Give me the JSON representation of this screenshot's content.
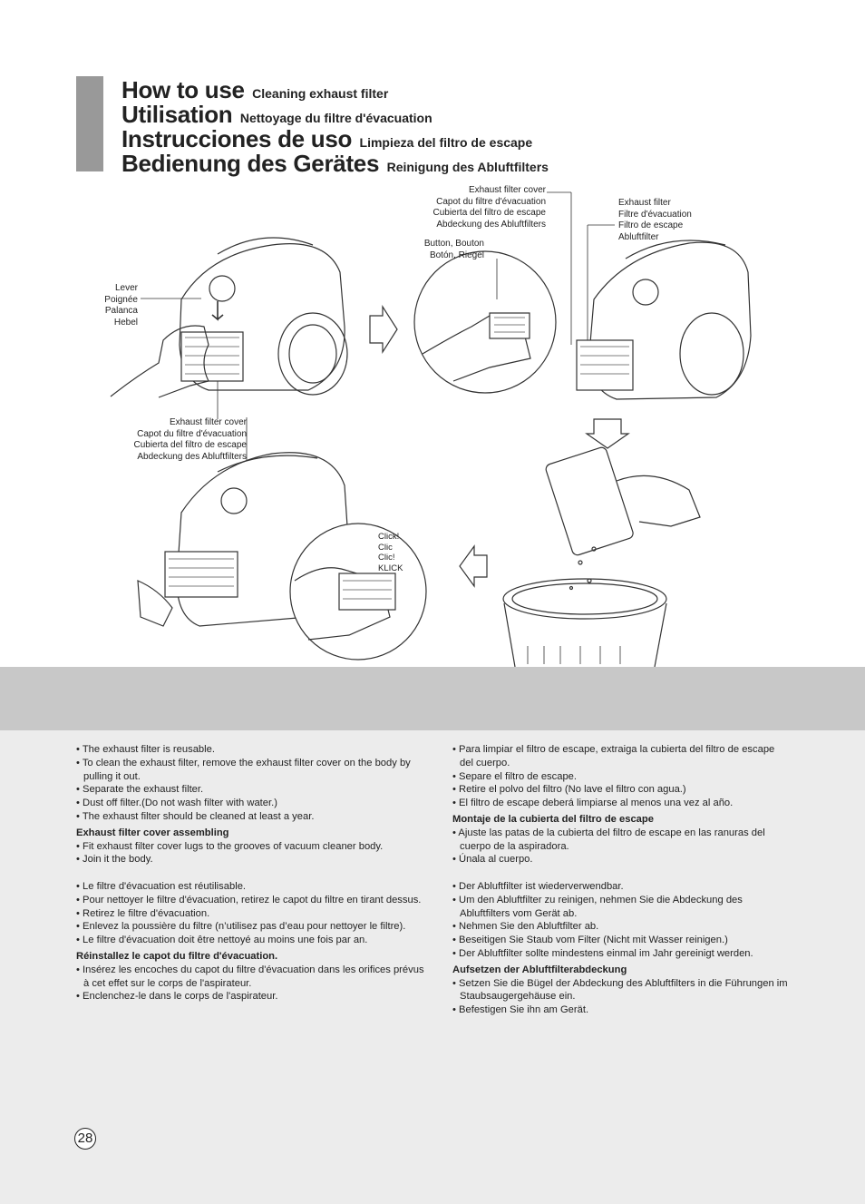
{
  "header": {
    "rows": [
      {
        "main": "How to use",
        "sub": "Cleaning exhaust filter"
      },
      {
        "main": "Utilisation",
        "sub": "Nettoyage du filtre d'évacuation"
      },
      {
        "main": "Instrucciones de uso",
        "sub": "Limpieza del filtro de escape"
      },
      {
        "main": "Bedienung des Gerätes",
        "sub": "Reinigung des Abluftfilters"
      }
    ]
  },
  "callouts": {
    "lever": [
      "Lever",
      "Poignée",
      "Palanca",
      "Hebel"
    ],
    "cover_bottom": [
      "Exhaust filter cover",
      "Capot du filtre d'évacuation",
      "Cubierta del filtro de escape",
      "Abdeckung des Abluftfilters"
    ],
    "cover_top": [
      "Exhaust filter cover",
      "Capot du filtre d'évacuation",
      "Cubierta del filtro de escape",
      "Abdeckung des Abluftfilters"
    ],
    "button": [
      "Button, Bouton",
      "Botón, Riegel"
    ],
    "filter": [
      "Exhaust filter",
      "Filtre d'évacuation",
      "Filtro de escape",
      "Abluftfilter"
    ],
    "click": [
      "Click!",
      "Clic",
      "Clic!",
      "KLICK"
    ]
  },
  "instructions": {
    "en": {
      "items": [
        "The exhaust filter is reusable.",
        "To clean the exhaust filter, remove the exhaust filter cover on the body by pulling it out.",
        "Separate the exhaust filter.",
        "Dust off filter.(Do not wash filter with water.)",
        "The exhaust filter should be cleaned at least a year."
      ],
      "heading": "Exhaust filter cover assembling",
      "items2": [
        "Fit exhaust filter cover lugs to the grooves of vacuum cleaner body.",
        "Join it the body."
      ]
    },
    "fr": {
      "items": [
        "Le filtre d'évacuation est réutilisable.",
        "Pour nettoyer le filtre d'évacuation, retirez le capot du filtre en tirant dessus.",
        "Retirez le filtre d'évacuation.",
        "Enlevez la poussière du filtre (n’utilisez pas d’eau pour nettoyer le filtre).",
        "Le filtre d'évacuation doit être nettoyé au moins une fois par an."
      ],
      "heading": "Réinstallez le capot du filtre d'évacuation.",
      "items2": [
        "Insérez les encoches du capot du filtre d'évacuation dans les orifices prévus à cet effet sur le corps de l'aspirateur.",
        "Enclenchez-le dans le corps de l'aspirateur."
      ]
    },
    "es": {
      "items": [
        "Para limpiar el filtro de escape, extraiga la cubierta del filtro de escape del cuerpo.",
        "Separe el filtro de escape.",
        "Retire el polvo del filtro (No lave el filtro con agua.)",
        "El filtro de escape deberá limpiarse al menos una vez al año."
      ],
      "heading": "Montaje de la cubierta del filtro de escape",
      "items2": [
        "Ajuste las patas de la cubierta del filtro de escape en las ranuras del cuerpo de la aspiradora.",
        "Únala al cuerpo."
      ]
    },
    "de": {
      "items": [
        "Der Abluftfilter ist wiederverwendbar.",
        "Um den Abluftfilter zu reinigen, nehmen Sie die Abdeckung des Abluftfilters vom Gerät ab.",
        "Nehmen Sie den Abluftfilter ab.",
        "Beseitigen Sie Staub vom Filter (Nicht mit Wasser reinigen.)",
        "Der Abluftfilter sollte mindestens einmal im Jahr gereinigt werden."
      ],
      "heading": "Aufsetzen der Abluftfilterabdeckung",
      "items2": [
        "Setzen Sie die Bügel der Abdeckung des Abluftfilters in die Führungen im Staubsaugergehäuse ein.",
        "Befestigen Sie ihn am Gerät."
      ]
    }
  },
  "page_number": "28",
  "colors": {
    "tab": "#999999",
    "band": "#c8c8c8",
    "lower_bg": "#ececec"
  }
}
